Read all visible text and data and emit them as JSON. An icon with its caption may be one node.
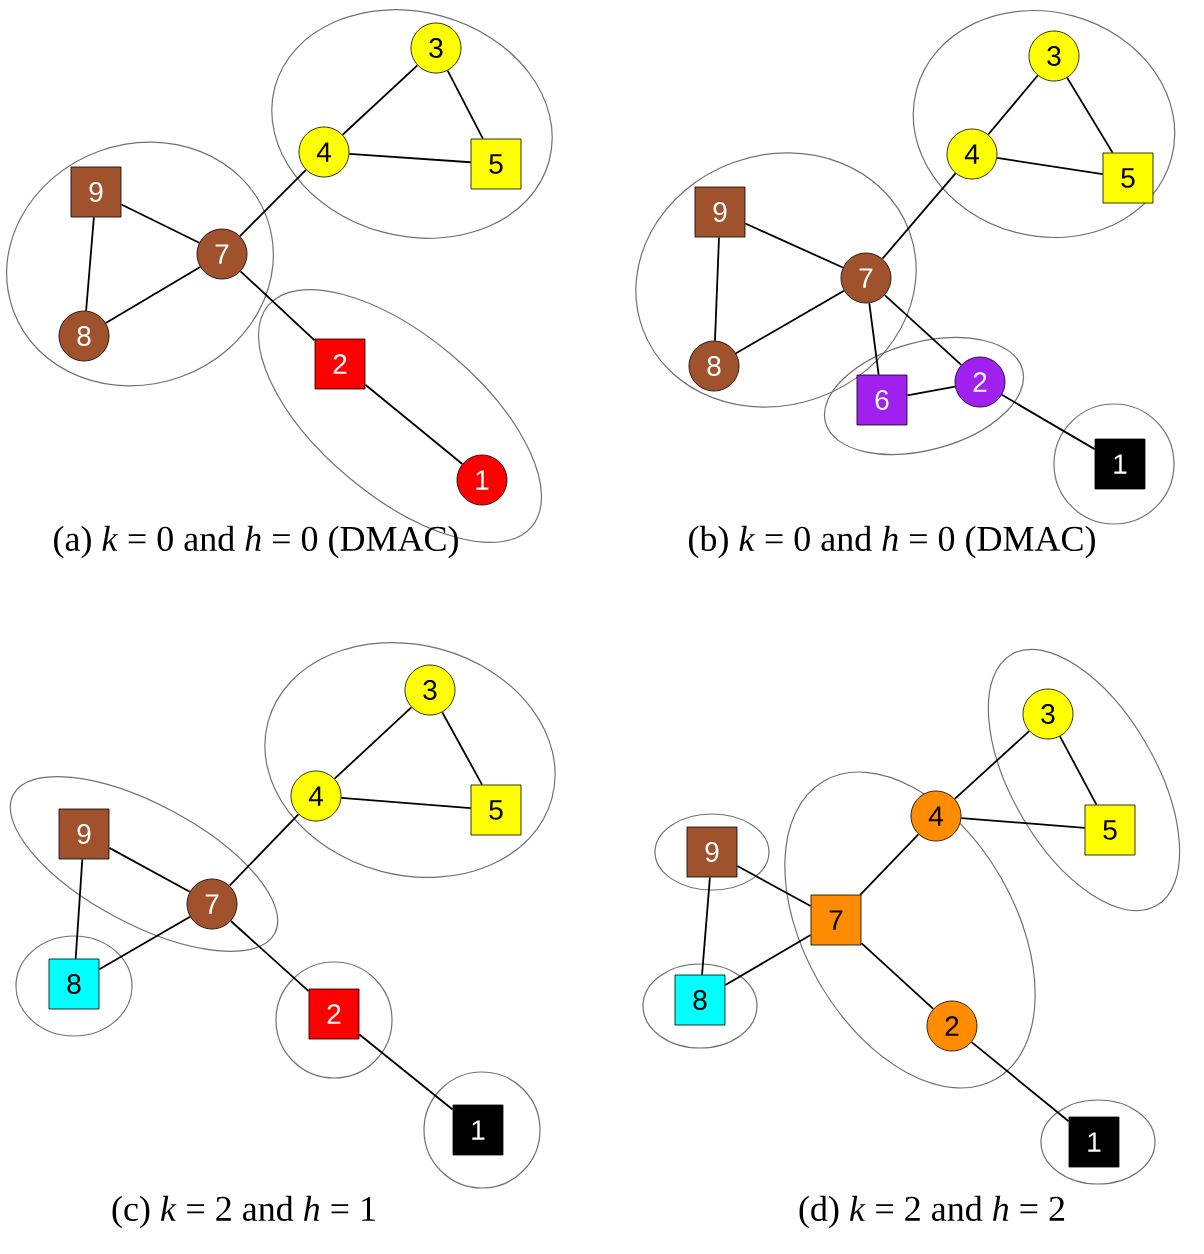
{
  "diagram": {
    "nodes": [
      {
        "text": [],
        "shape": "ellipse"
      },
      {
        "text": [
          "3"
        ],
        "in": 0
      },
      {
        "text": [
          "4"
        ],
        "in": 0
      },
      {
        "text": [
          "5"
        ],
        "in": 0
      },
      {
        "text": [],
        "shape": "ellipse"
      },
      {
        "text": [
          "9"
        ],
        "in": 4
      },
      {
        "text": [
          "7"
        ],
        "in": 4
      },
      {
        "text": [
          "8"
        ],
        "in": 4
      },
      {
        "text": [],
        "shape": "ellipse"
      },
      {
        "text": [
          "2"
        ],
        "in": 8
      },
      {
        "text": [
          "1"
        ],
        "in": 8
      },
      {
        "text": [],
        "shape": "ellipse"
      },
      {
        "text": [
          "3"
        ],
        "in": 11
      },
      {
        "text": [
          "4"
        ],
        "in": 11
      },
      {
        "text": [
          "5"
        ],
        "in": 11
      },
      {
        "text": [],
        "shape": "ellipse"
      },
      {
        "text": [
          "9"
        ],
        "in": 15
      },
      {
        "text": [
          "7"
        ],
        "in": 15
      },
      {
        "text": [
          "8"
        ],
        "in": 15
      },
      {
        "text": [],
        "shape": "ellipse"
      },
      {
        "text": [
          "6"
        ],
        "in": 19
      },
      {
        "text": [
          "2"
        ],
        "in": 19
      },
      {
        "text": [],
        "shape": "circle"
      },
      {
        "text": [
          "1"
        ],
        "in": 22
      },
      {
        "text": [],
        "shape": "ellipse"
      },
      {
        "text": [
          "3"
        ],
        "in": 24
      },
      {
        "text": [
          "4"
        ],
        "in": 24
      },
      {
        "text": [
          "5"
        ],
        "in": 24
      },
      {
        "text": [],
        "shape": "ellipse"
      },
      {
        "text": [
          "9"
        ],
        "in": 28
      },
      {
        "text": [
          "7"
        ],
        "in": 28
      },
      {
        "text": [],
        "shape": "ellipse"
      },
      {
        "text": [
          "8"
        ],
        "in": 31
      },
      {
        "text": [],
        "shape": "circle"
      },
      {
        "text": [
          "2"
        ],
        "in": 33
      },
      {
        "text": [],
        "shape": "circle"
      },
      {
        "text": [
          "1"
        ],
        "in": 35
      },
      {
        "text": [],
        "shape": "ellipse"
      },
      {
        "text": [
          "3"
        ],
        "in": 37
      },
      {
        "text": [
          "5"
        ],
        "in": 37
      },
      {
        "text": [],
        "shape": "ellipse"
      },
      {
        "text": [
          "4"
        ],
        "in": 40
      },
      {
        "text": [
          "7"
        ],
        "in": 40
      },
      {
        "text": [
          "2"
        ],
        "in": 40
      },
      {
        "text": [],
        "shape": "ellipse"
      },
      {
        "text": [
          "9"
        ],
        "in": 44
      },
      {
        "text": [],
        "shape": "ellipse"
      },
      {
        "text": [
          "8"
        ],
        "in": 46
      },
      {
        "text": [],
        "shape": "ellipse"
      },
      {
        "text": [
          "1"
        ],
        "in": 48
      }
    ],
    "edges": [
      {
        "from": 1,
        "to": 2,
        "arrow": "none"
      },
      {
        "from": 1,
        "to": 3,
        "arrow": "none"
      },
      {
        "from": 2,
        "to": 3,
        "arrow": "none"
      },
      {
        "from": 2,
        "to": 6,
        "arrow": "none"
      },
      {
        "from": 5,
        "to": 6,
        "arrow": "none"
      },
      {
        "from": 5,
        "to": 7,
        "arrow": "none"
      },
      {
        "from": 7,
        "to": 6,
        "arrow": "none"
      },
      {
        "from": 6,
        "to": 9,
        "arrow": "none"
      },
      {
        "from": 9,
        "to": 10,
        "arrow": "none"
      },
      {
        "from": 12,
        "to": 13,
        "arrow": "none"
      },
      {
        "from": 12,
        "to": 14,
        "arrow": "none"
      },
      {
        "from": 13,
        "to": 14,
        "arrow": "none"
      },
      {
        "from": 13,
        "to": 17,
        "arrow": "none"
      },
      {
        "from": 16,
        "to": 17,
        "arrow": "none"
      },
      {
        "from": 16,
        "to": 18,
        "arrow": "none"
      },
      {
        "from": 18,
        "to": 17,
        "arrow": "none"
      },
      {
        "from": 17,
        "to": 20,
        "arrow": "none"
      },
      {
        "from": 17,
        "to": 21,
        "arrow": "none"
      },
      {
        "from": 20,
        "to": 21,
        "arrow": "none"
      },
      {
        "from": 21,
        "to": 23,
        "arrow": "none"
      },
      {
        "from": 25,
        "to": 26,
        "arrow": "none"
      },
      {
        "from": 25,
        "to": 27,
        "arrow": "none"
      },
      {
        "from": 26,
        "to": 27,
        "arrow": "none"
      },
      {
        "from": 26,
        "to": 30,
        "arrow": "none"
      },
      {
        "from": 29,
        "to": 30,
        "arrow": "none"
      },
      {
        "from": 29,
        "to": 32,
        "arrow": "none"
      },
      {
        "from": 32,
        "to": 30,
        "arrow": "none"
      },
      {
        "from": 30,
        "to": 34,
        "arrow": "none"
      },
      {
        "from": 34,
        "to": 36,
        "arrow": "none"
      },
      {
        "from": 38,
        "to": 41,
        "arrow": "none"
      },
      {
        "from": 38,
        "to": 39,
        "arrow": "none"
      },
      {
        "from": 41,
        "to": 39,
        "arrow": "none"
      },
      {
        "from": 41,
        "to": 42,
        "arrow": "none"
      },
      {
        "from": 45,
        "to": 42,
        "arrow": "none"
      },
      {
        "from": 45,
        "to": 47,
        "arrow": "none"
      },
      {
        "from": 47,
        "to": 42,
        "arrow": "none"
      },
      {
        "from": 42,
        "to": 43,
        "arrow": "none"
      },
      {
        "from": 43,
        "to": 49,
        "arrow": "none"
      }
    ],
    "labels": [
      "(a) *k* = 0 and *h* = 0 (DMAC)",
      "(b) *k* = 0 and *h* = 0 (DMAC)",
      "(c) *k* = 2 and *h* = 1",
      "(d) *k* = 2 and *h* = 2"
    ]
  }
}
